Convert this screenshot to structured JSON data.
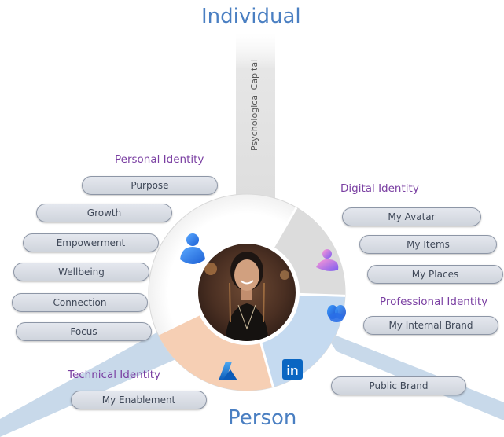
{
  "axis": {
    "top_label": "Individual",
    "bottom_label": "Person",
    "vertical_label": "Psychological Capital"
  },
  "groups": {
    "personal": {
      "title": "Personal Identity",
      "items": [
        "Purpose",
        "Growth",
        "Empowerment",
        "Wellbeing",
        "Connection",
        "Focus"
      ]
    },
    "digital": {
      "title": "Digital Identity",
      "items": [
        "My Avatar",
        "My Items",
        "My Places"
      ]
    },
    "professional": {
      "title": "Professional Identity",
      "items": [
        "My Internal Brand",
        "Public Brand"
      ]
    },
    "technical": {
      "title": "Technical Identity",
      "items": [
        "My Enablement"
      ]
    }
  },
  "icons": {
    "teams": "teams-people-icon",
    "mesh": "mesh-avatar-icon",
    "viva": "viva-connections-icon",
    "linkedin": "linkedin-icon",
    "azure": "azure-icon",
    "photo": "person-photo"
  },
  "linkedin_text": "in",
  "colors": {
    "label_purple": "#7a3fa2",
    "axis_blue": "#4a7fc2",
    "sector_grey": "#dcdcdc",
    "sector_blue": "#c5daf0",
    "sector_peach": "#f6cfb4",
    "ray": "#c8d9ea"
  }
}
